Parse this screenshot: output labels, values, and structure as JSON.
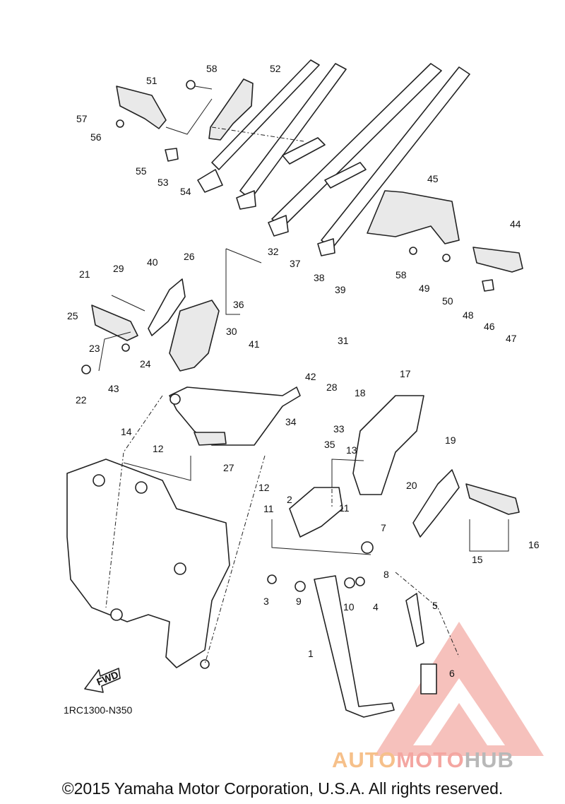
{
  "callouts": [
    "58",
    "52",
    "51",
    "57",
    "56",
    "55",
    "53",
    "54",
    "45",
    "44",
    "58",
    "49",
    "50",
    "48",
    "46",
    "47",
    "32",
    "37",
    "38",
    "39",
    "36",
    "26",
    "40",
    "29",
    "21",
    "25",
    "23",
    "24",
    "22",
    "30",
    "41",
    "31",
    "43",
    "14",
    "12",
    "42",
    "28",
    "18",
    "34",
    "33",
    "35",
    "17",
    "19",
    "13",
    "27",
    "12",
    "2",
    "11",
    "11",
    "7",
    "8",
    "20",
    "3",
    "9",
    "10",
    "4",
    "5",
    "1",
    "6",
    "16",
    "15"
  ],
  "fwd_label": "FWD",
  "diagram_code": "1RC1300-N350",
  "copyright": "©2015 Yamaha Motor Corporation, U.S.A. All rights reserved.",
  "watermark": {
    "part1": "AUTO",
    "part2": "MOTO",
    "part3": "HUB"
  },
  "colors": {
    "watermark_red": "#ef8f87",
    "watermark_orange": "#f6c08a",
    "line": "#222222"
  }
}
